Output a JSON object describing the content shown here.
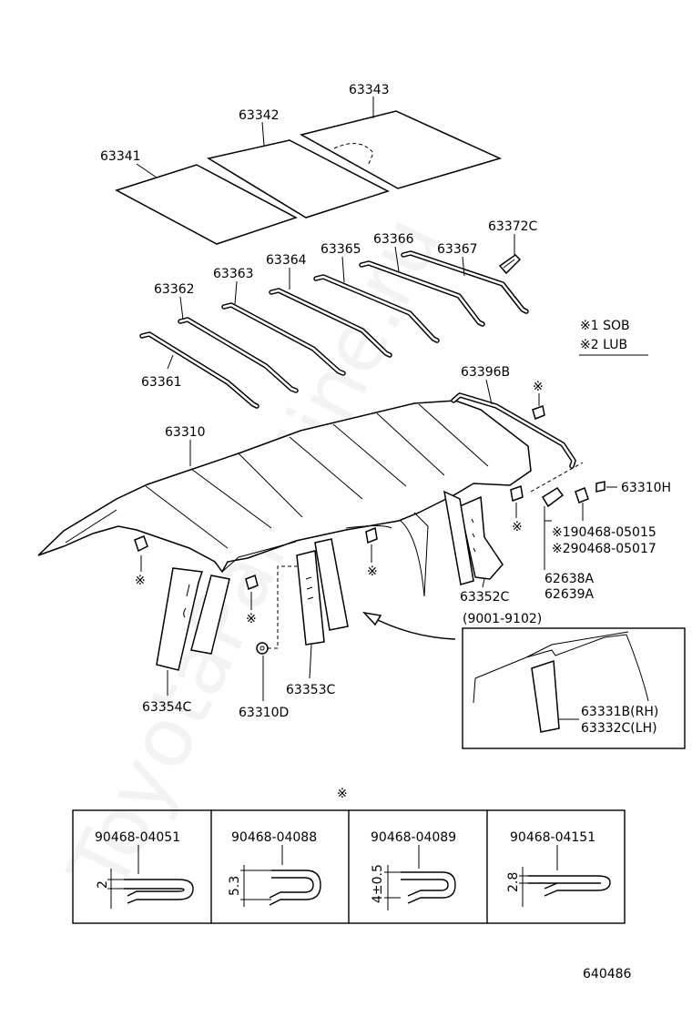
{
  "watermark": "ToyotaPartMine.ru",
  "labels": {
    "p63341": "63341",
    "p63342": "63342",
    "p63343": "63343",
    "p63361": "63361",
    "p63362": "63362",
    "p63363": "63363",
    "p63364": "63364",
    "p63365": "63365",
    "p63366": "63366",
    "p63367": "63367",
    "p63372c": "63372C",
    "p63396b": "63396B",
    "p63310": "63310",
    "p63310h": "63310H",
    "p63310d": "63310D",
    "p63352c": "63352C",
    "p63353c": "63353C",
    "p63354c": "63354C",
    "p62638a": "62638A",
    "p62639a": "62639A",
    "clip1": "※190468-05015",
    "clip2": "※290468-05017",
    "range": "(9001-9102)",
    "p63331b": "63331B(RH)",
    "p63332c": "63332C(LH)",
    "figure_id": "640486"
  },
  "legend": {
    "item1": "※1 SOB",
    "item2": "※2 LUB"
  },
  "markers": {
    "ref": "※"
  },
  "clip_table": [
    {
      "part": "90468-04051",
      "dimension": "2"
    },
    {
      "part": "90468-04088",
      "dimension": "5.3"
    },
    {
      "part": "90468-04089",
      "dimension": "4±0.5"
    },
    {
      "part": "90468-04151",
      "dimension": "2.8"
    }
  ]
}
